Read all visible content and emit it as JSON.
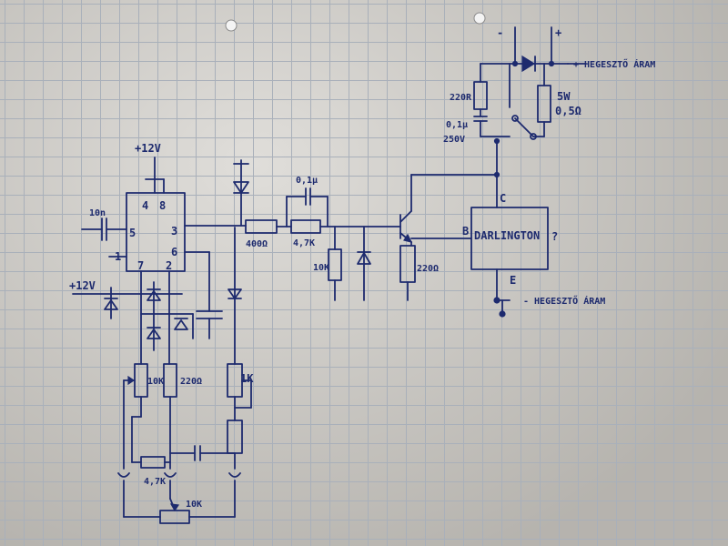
{
  "labels": {
    "vcc_top": "+12V",
    "vcc_left": "+12V",
    "pin4": "4",
    "pin8": "8",
    "pin5": "5",
    "pin3": "3",
    "pin6": "6",
    "pin7": "7",
    "pin2": "2",
    "pin1": "1",
    "cap_10n": "10n",
    "r_10k_left": "10K",
    "r_220_left": "220Ω",
    "r_1k": "1K",
    "r_47k_bottom": "4,7K",
    "pot_10k": "10K",
    "r_400": "400Ω",
    "r_47k_mid": "4,7K",
    "cap_01u": "0,1μ",
    "r_10k_mid": "10K",
    "r_220_emitter": "220Ω",
    "darlington": "DARLINGTON",
    "question": "?",
    "pin_b": "B",
    "pin_c": "C",
    "pin_e": "E",
    "minus": "-",
    "plus": "+",
    "weld_plus": "+ HEGESZTŐ ÁRAM",
    "weld_minus": "- HEGESZTŐ ÁRAM",
    "r_220r": "220R",
    "cap_snub_value": "0,1μ",
    "cap_snub_voltage": "250V",
    "r_shunt_power": "5W",
    "r_shunt_value": "0,5Ω"
  }
}
